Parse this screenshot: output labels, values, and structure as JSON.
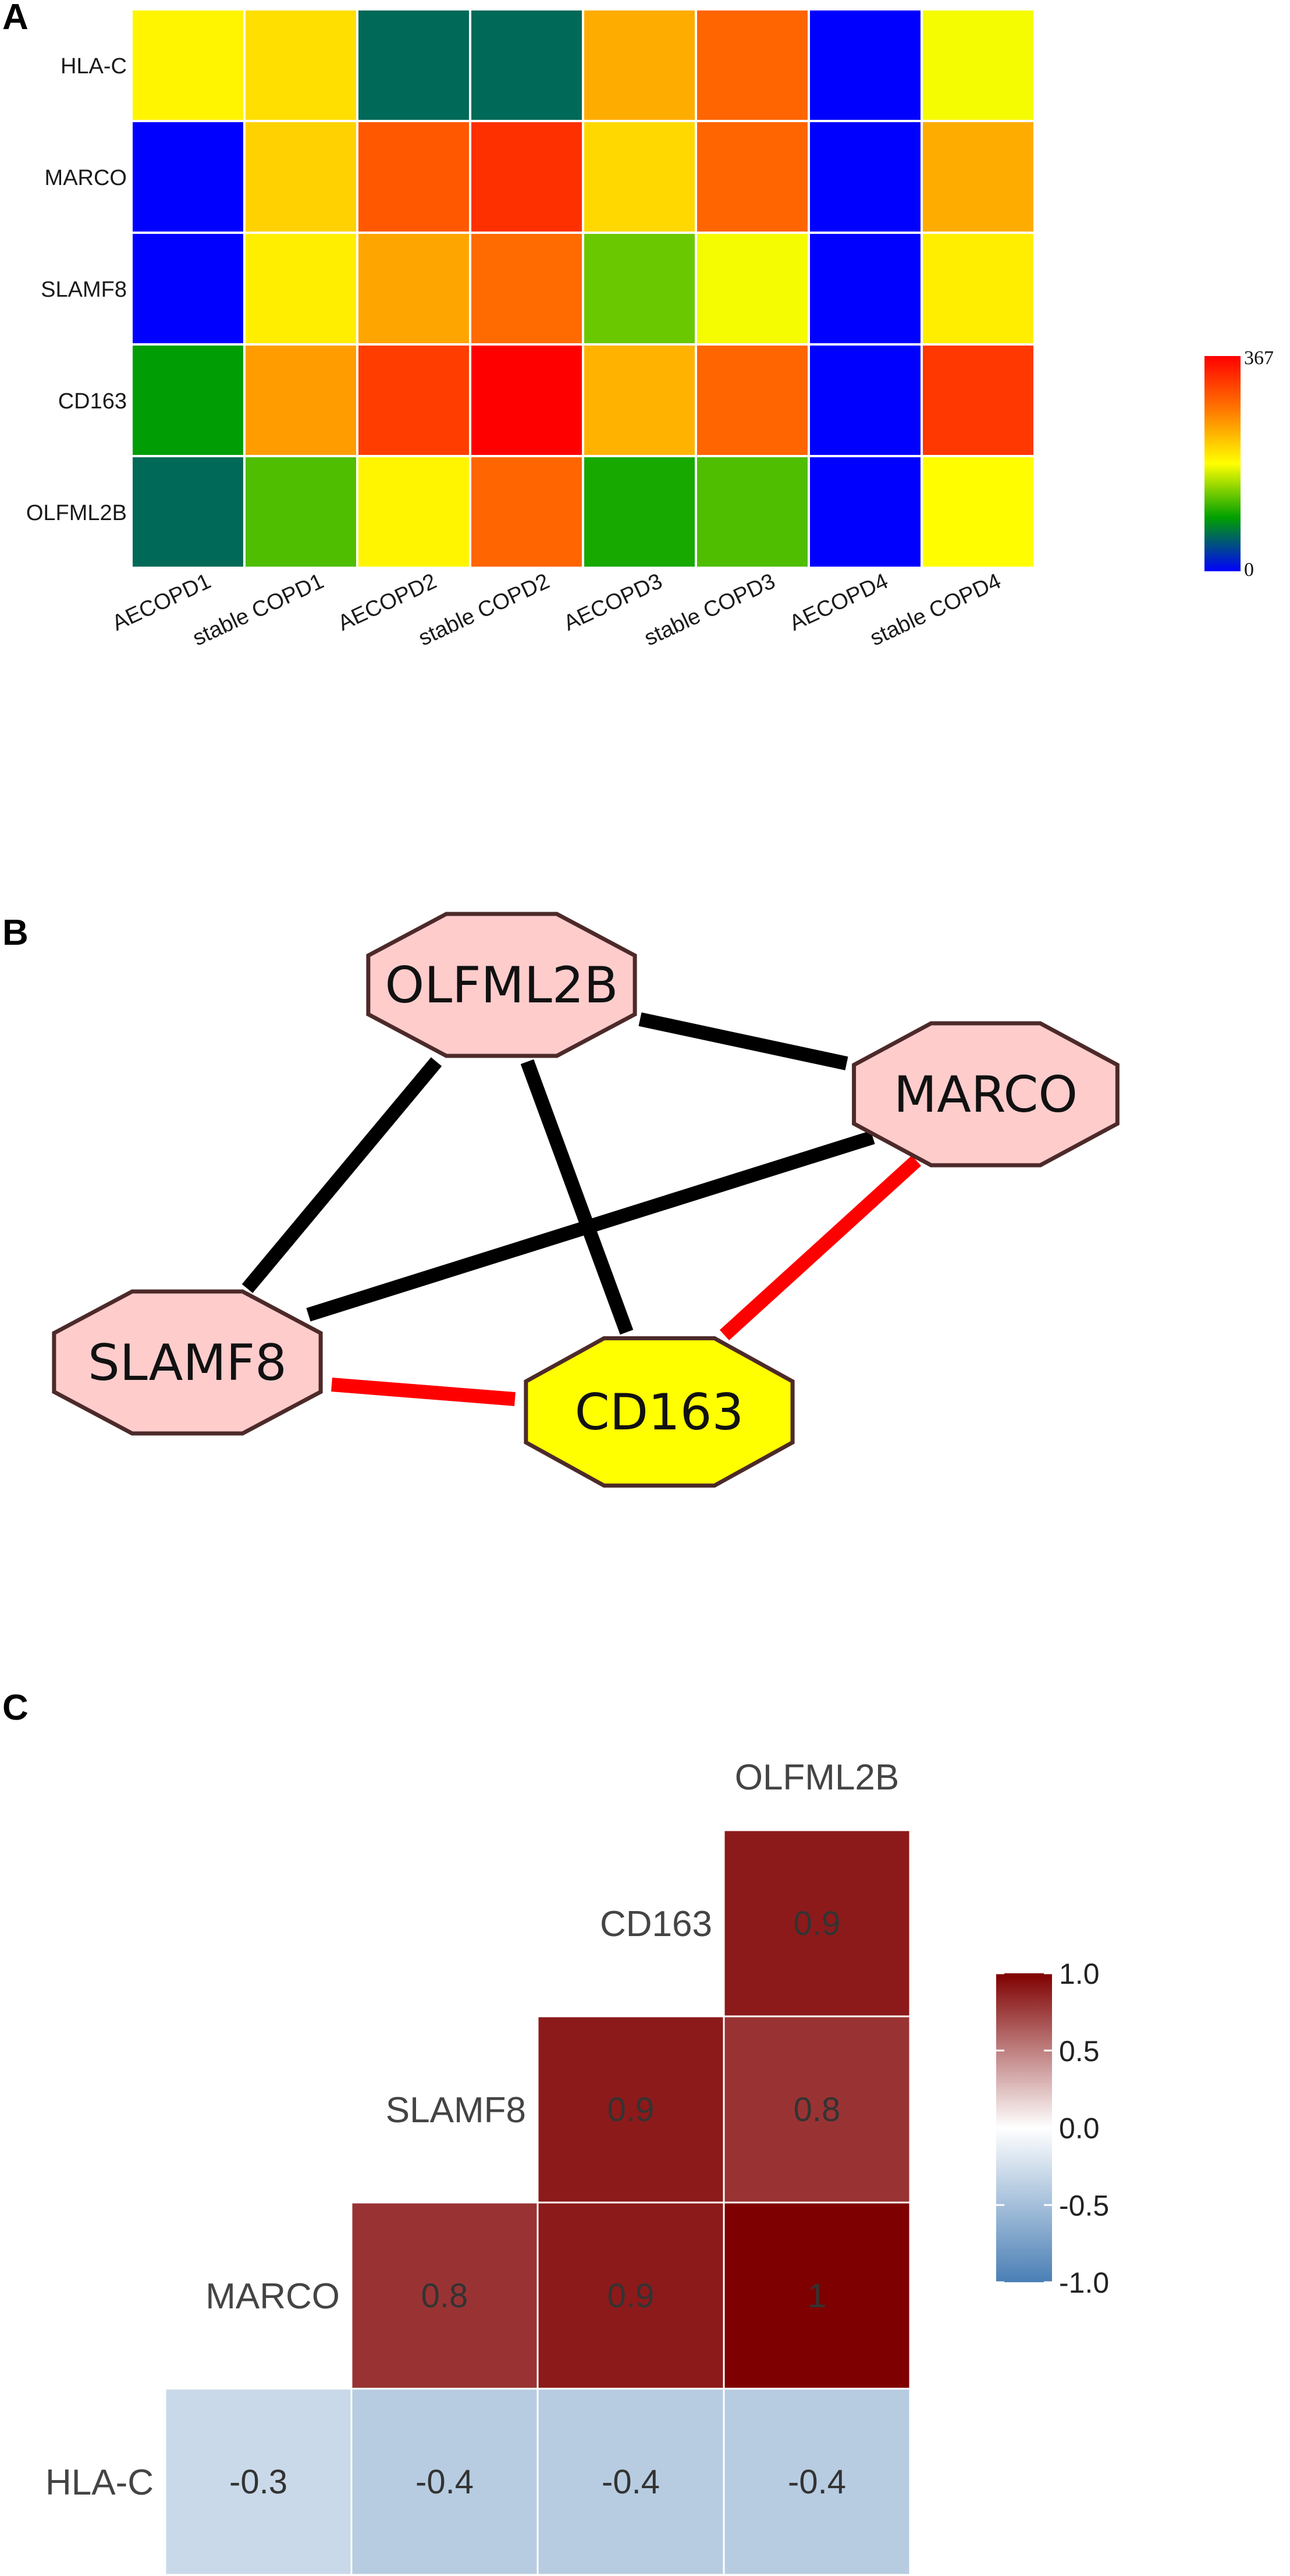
{
  "panels": {
    "a": {
      "letter": "A"
    },
    "b": {
      "letter": "B"
    },
    "c": {
      "letter": "C"
    }
  },
  "chart_data": [
    {
      "type": "heatmap",
      "rows": [
        "HLA-C",
        "MARCO",
        "SLAMF8",
        "CD163",
        "OLFML2B"
      ],
      "columns": [
        "AECOPD1",
        "stable COPD1",
        "AECOPD2",
        "stable COPD2",
        "AECOPD3",
        "stable COPD3",
        "AECOPD4",
        "stable COPD4"
      ],
      "values": [
        [
          190,
          205,
          60,
          60,
          240,
          290,
          0,
          180
        ],
        [
          0,
          215,
          300,
          330,
          210,
          290,
          0,
          240
        ],
        [
          0,
          195,
          245,
          285,
          130,
          180,
          0,
          195
        ],
        [
          90,
          250,
          320,
          367,
          235,
          290,
          0,
          325
        ],
        [
          60,
          120,
          190,
          290,
          100,
          120,
          0,
          185
        ]
      ],
      "colorbar": {
        "min": 0,
        "max": 367,
        "min_label": "0",
        "max_label": "367",
        "colors": [
          "#0000ff",
          "#00a000",
          "#ffff00",
          "#ff7800",
          "#ff0000"
        ]
      }
    },
    {
      "type": "network",
      "nodes": [
        {
          "id": "OLFML2B",
          "fill": "#ffcccc"
        },
        {
          "id": "MARCO",
          "fill": "#ffcccc"
        },
        {
          "id": "SLAMF8",
          "fill": "#ffcccc"
        },
        {
          "id": "CD163",
          "fill": "#ffff00"
        }
      ],
      "edges": [
        {
          "source": "OLFML2B",
          "target": "MARCO",
          "color": "#000000"
        },
        {
          "source": "OLFML2B",
          "target": "SLAMF8",
          "color": "#000000"
        },
        {
          "source": "OLFML2B",
          "target": "CD163",
          "color": "#000000"
        },
        {
          "source": "SLAMF8",
          "target": "MARCO",
          "color": "#000000"
        },
        {
          "source": "MARCO",
          "target": "CD163",
          "color": "#ff0000"
        },
        {
          "source": "SLAMF8",
          "target": "CD163",
          "color": "#ff0000"
        }
      ]
    },
    {
      "type": "heatmap",
      "variables": [
        "HLA-C",
        "MARCO",
        "SLAMF8",
        "CD163",
        "OLFML2B"
      ],
      "cells": [
        {
          "row": "HLA-C",
          "col": "HLA-C",
          "value": -0.3,
          "label": "-0.3"
        },
        {
          "row": "HLA-C",
          "col": "MARCO",
          "value": -0.4,
          "label": "-0.4"
        },
        {
          "row": "HLA-C",
          "col": "SLAMF8",
          "value": -0.4,
          "label": "-0.4"
        },
        {
          "row": "HLA-C",
          "col": "CD163",
          "value": -0.4,
          "label": "-0.4"
        },
        {
          "row": "MARCO",
          "col": "MARCO",
          "value": 0.8,
          "label": "0.8"
        },
        {
          "row": "MARCO",
          "col": "SLAMF8",
          "value": 0.9,
          "label": "0.9"
        },
        {
          "row": "MARCO",
          "col": "CD163",
          "value": 1.0,
          "label": "1"
        },
        {
          "row": "SLAMF8",
          "col": "SLAMF8",
          "value": 0.9,
          "label": "0.9"
        },
        {
          "row": "SLAMF8",
          "col": "CD163",
          "value": 0.8,
          "label": "0.8"
        },
        {
          "row": "CD163",
          "col": "CD163",
          "value": 0.9,
          "label": "0.9"
        }
      ],
      "colorbar": {
        "min": -1.0,
        "max": 1.0,
        "ticks": [
          "1.0",
          "0.5",
          "0.0",
          "-0.5",
          "-1.0"
        ],
        "colors": {
          "low": "#4a7fb5",
          "mid": "#ffffff",
          "high": "#7f0000"
        }
      }
    }
  ]
}
